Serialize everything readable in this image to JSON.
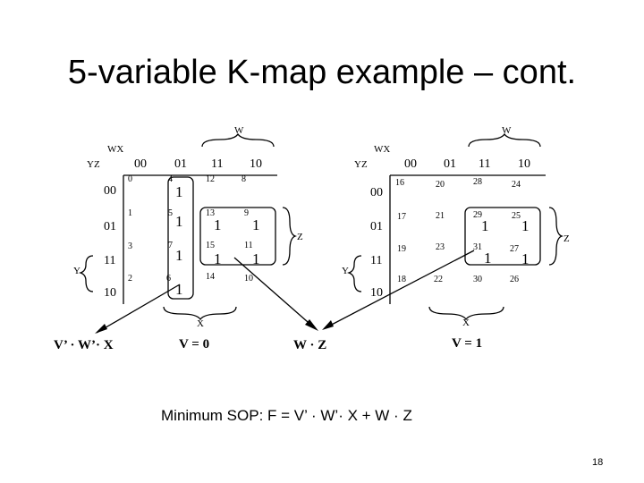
{
  "title": "5-variable K-map example – cont.",
  "left_map": {
    "w_label": "W",
    "x_label": "X",
    "y_label": "Y",
    "z_label": "Z",
    "corner_wx": "WX",
    "corner_yz": "YZ",
    "col_headers": [
      "00",
      "01",
      "11",
      "10"
    ],
    "row_headers": [
      "00",
      "01",
      "11",
      "10"
    ],
    "cell_numbers": [
      [
        "0",
        "4",
        "12",
        "8"
      ],
      [
        "1",
        "5",
        "13",
        "9"
      ],
      [
        "3",
        "7",
        "15",
        "11"
      ],
      [
        "2",
        "6",
        "14",
        "10"
      ]
    ],
    "cell_values": [
      [
        "",
        "1",
        "",
        ""
      ],
      [
        "",
        "1",
        "1",
        "1"
      ],
      [
        "",
        "1",
        "1",
        "1"
      ],
      [
        "",
        "1",
        "",
        ""
      ]
    ],
    "v_label": "V = 0"
  },
  "right_map": {
    "w_label": "W",
    "x_label": "X",
    "y_label": "Y",
    "z_label": "Z",
    "corner_wx": "WX",
    "corner_yz": "YZ",
    "col_headers": [
      "00",
      "01",
      "11",
      "10"
    ],
    "row_headers": [
      "00",
      "01",
      "11",
      "10"
    ],
    "cell_numbers": [
      [
        "16",
        "20",
        "28",
        "24"
      ],
      [
        "17",
        "21",
        "29",
        "25"
      ],
      [
        "19",
        "23",
        "31",
        "27"
      ],
      [
        "18",
        "22",
        "30",
        "26"
      ]
    ],
    "cell_values": [
      [
        "",
        "",
        "",
        ""
      ],
      [
        "",
        "",
        "1",
        "1"
      ],
      [
        "",
        "",
        "1",
        "1"
      ],
      [
        "",
        "",
        "",
        ""
      ]
    ],
    "v_label": "V = 1"
  },
  "term_left": "V’ · W’· X",
  "term_right": "W · Z",
  "minimum_sop": "Minimum SOP: F = V’ · W’· X + W · Z",
  "page_number": "18"
}
